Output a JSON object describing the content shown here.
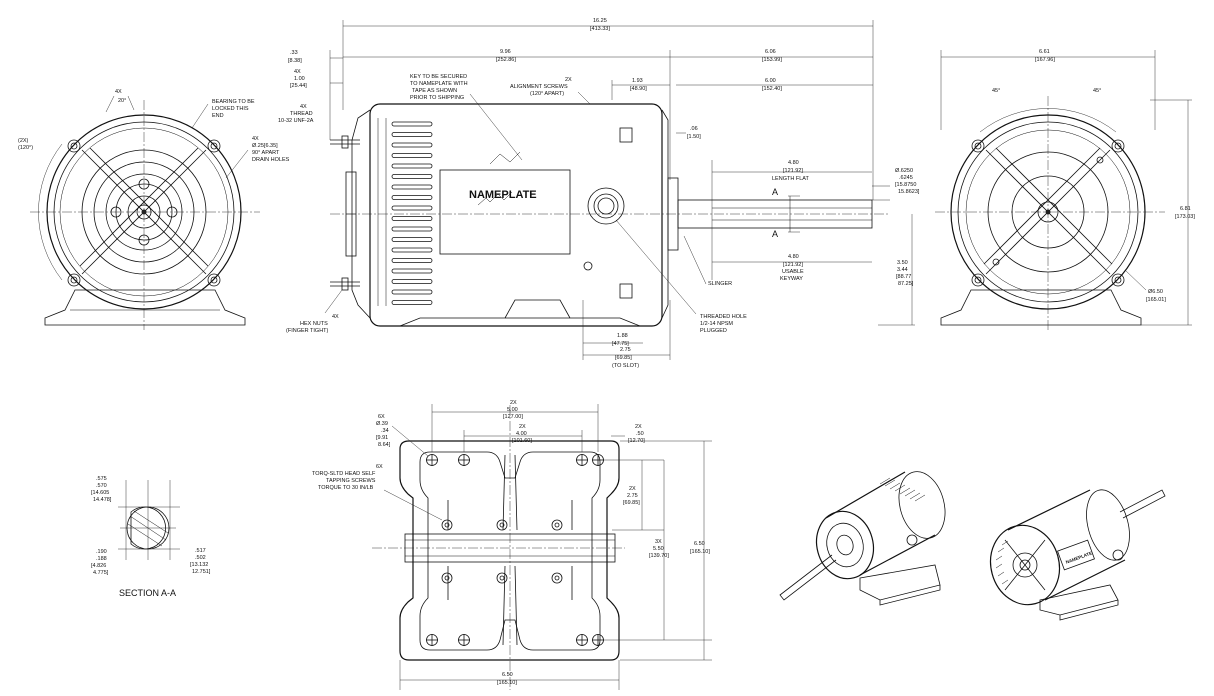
{
  "front_view": {
    "angle_2x": "(2X)",
    "angle_120": "(120°)",
    "angle_4x": "4X",
    "angle_20": "20°",
    "bearing_note": [
      "BEARING TO BE",
      "LOCKED THIS",
      "END"
    ],
    "drain_qty": "4X",
    "drain_size": "Ø.25[6.35]",
    "drain_note1": "90° APART",
    "drain_note2": "DRAIN HOLES"
  },
  "side_view": {
    "overall_length": "16.25",
    "overall_length_mm": "[413.33]",
    "dim_33": ".33",
    "dim_33_mm": "[8.38]",
    "dim_996": "9.96",
    "dim_996_mm": "[252.86]",
    "dim_606": "6.06",
    "dim_606_mm": "[153.99]",
    "dim_600": "6.00",
    "dim_600_mm": "[152.40]",
    "dim_193": "1.93",
    "dim_193_mm": "[48.90]",
    "dim_06": ".06",
    "dim_06_mm": "[1.50]",
    "stud_qty": "4X",
    "stud_len": "1.00",
    "stud_len_mm": "[25.44]",
    "thread_qty": "4X",
    "thread_label": "THREAD",
    "thread_spec": "10-32 UNF-2A",
    "key_note": [
      "KEY TO BE SECURED",
      "TO NAMEPLATE WITH",
      "TAPE AS SHOWN",
      "PRIOR TO SHIPPING"
    ],
    "nameplate": "NAMEPLATE",
    "align_qty": "2X",
    "align_note": "ALIGNMENT SCREWS",
    "align_apart": "(120° APART)",
    "flat_len": "4.80",
    "flat_len_mm": "[121.92]",
    "flat_label": "LENGTH FLAT",
    "keyway_len": "4.80",
    "keyway_len_mm": "[121.92]",
    "keyway_label1": "USABLE",
    "keyway_label2": "KEYWAY",
    "section_mark": "A",
    "shaft_dia": "Ø.6250",
    "shaft_dia2": ".6245",
    "shaft_dia_mm": "[15.8750",
    "shaft_dia_mm2": "15.8623]",
    "slinger": "SLINGER",
    "hole_note1": "THREADED HOLE",
    "hole_note2": "1/2-14 NPSM",
    "hole_note3": "PLUGGED",
    "nut_qty": "4X",
    "nut_note1": "HEX NUTS",
    "nut_note2": "(FINGER TIGHT)",
    "dim_188": "1.88",
    "dim_188_mm": "[47.75]",
    "dim_275": "2.75",
    "dim_275_mm": "[69.85]",
    "to_slot": "(TO SLOT)",
    "dim_350": "3.50",
    "dim_344": "3.44",
    "dim_350_mm": "[88.77",
    "dim_344_mm": "87.25]"
  },
  "rear_view": {
    "width": "6.61",
    "width_mm": "[167.96]",
    "angle_l": "45°",
    "angle_r": "45°",
    "height": "6.81",
    "height_mm": "[173.03]",
    "dia": "Ø6.50",
    "dia_mm": "[165.01]"
  },
  "section": {
    "title": "SECTION A-A",
    "d1": ".575",
    "d2": ".570",
    "d1_mm": "[14.605",
    "d2_mm": "14.478]",
    "d3": ".190",
    "d4": ".188",
    "d3_mm": "[4.826",
    "d4_mm": "4.775]",
    "d5": ".517",
    "d6": ".502",
    "d5_mm": "[13.132",
    "d6_mm": "12.751]"
  },
  "base_view": {
    "hole_qty": "6X",
    "hole_dia": "Ø.39",
    "hole_dia2": ".34",
    "hole_mm": "[9.91",
    "hole_mm2": "8.64]",
    "screw_qty": "6X",
    "screw_note": [
      "TORQ-SLTD HEAD SELF",
      "TAPPING SCREWS",
      "TORQUE TO 30 IN/LB"
    ],
    "dim_500_qty": "2X",
    "dim_500": "5.00",
    "dim_500_mm": "[127.00]",
    "dim_400_qty": "2X",
    "dim_400": "4.00",
    "dim_400_mm": "[101.60]",
    "dim_50_qty": "2X",
    "dim_50": ".50",
    "dim_50_mm": "[12.70]",
    "dim_275_qty": "2X",
    "dim_275": "2.75",
    "dim_275_mm": "[69.85]",
    "dim_550_qty": "3X",
    "dim_550": "5.50",
    "dim_550_mm": "[139.70]",
    "dim_650": "6.50",
    "dim_650_mm": "[165.10]",
    "bottom_650": "6.50",
    "bottom_650_mm": "[165.10]"
  },
  "iso_view": {
    "label": "NAMEPLATE"
  }
}
